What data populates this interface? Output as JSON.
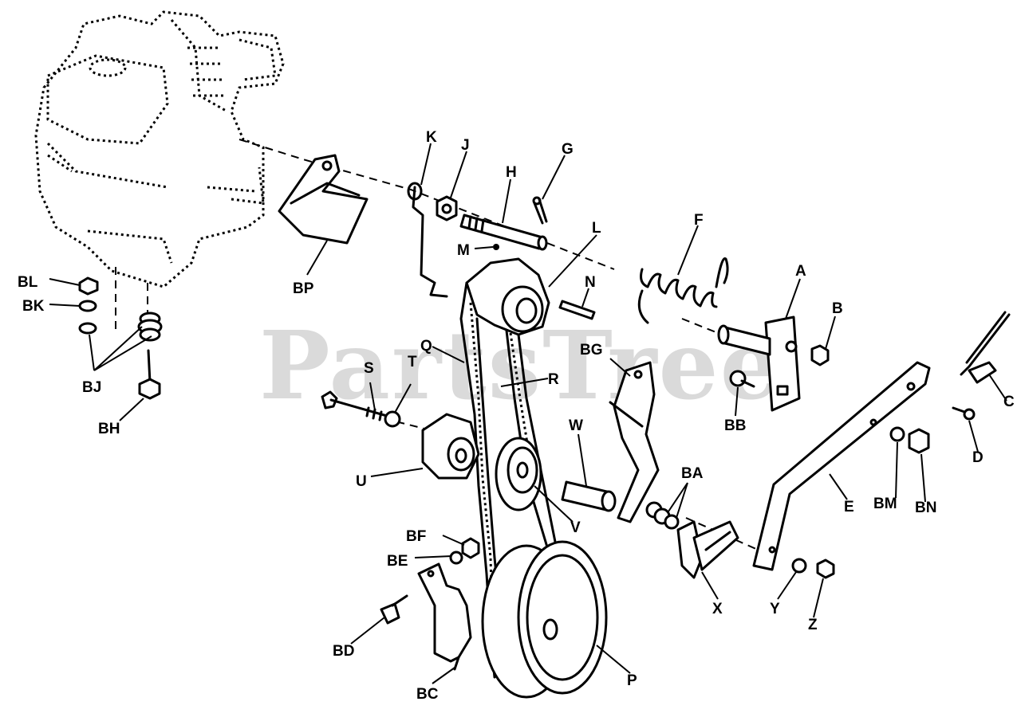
{
  "watermark": "PartsTree",
  "labels": {
    "A": "A",
    "B": "B",
    "C": "C",
    "D": "D",
    "E": "E",
    "F": "F",
    "G": "G",
    "H": "H",
    "J": "J",
    "K": "K",
    "L": "L",
    "M": "M",
    "N": "N",
    "P": "P",
    "Q": "Q",
    "R": "R",
    "S": "S",
    "T": "T",
    "U": "U",
    "V": "V",
    "W": "W",
    "X": "X",
    "Y": "Y",
    "Z": "Z",
    "BA": "BA",
    "BB": "BB",
    "BC": "BC",
    "BD": "BD",
    "BE": "BE",
    "BF": "BF",
    "BG": "BG",
    "BH": "BH",
    "BJ": "BJ",
    "BK": "BK",
    "BL": "BL",
    "BM": "BM",
    "BN": "BN",
    "BP": "BP"
  }
}
